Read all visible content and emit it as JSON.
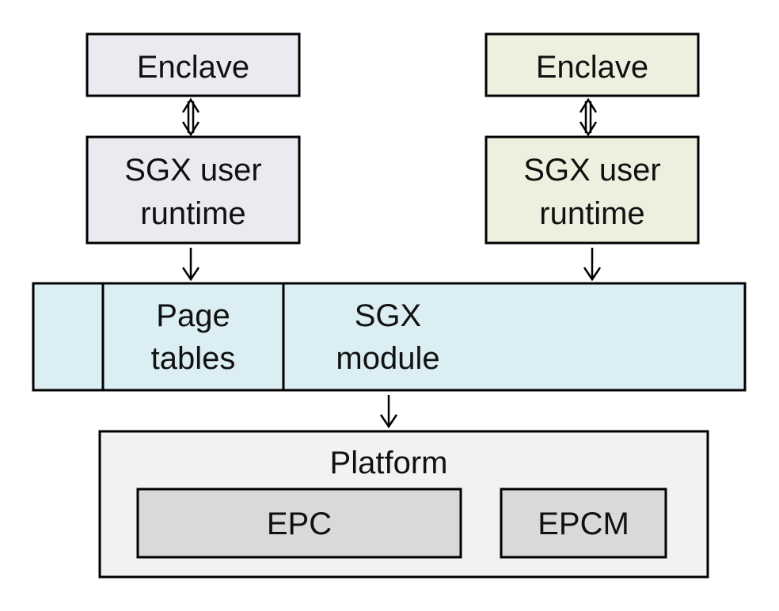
{
  "enclave_left": {
    "label": "Enclave",
    "fill": "#ece9f1"
  },
  "enclave_right": {
    "label": "Enclave",
    "fill": "#ebf1de"
  },
  "runtime_left": {
    "line1": "SGX user",
    "line2": "runtime",
    "fill": "#ece9f1"
  },
  "runtime_right": {
    "line1": "SGX user",
    "line2": "runtime",
    "fill": "#ebf1de"
  },
  "sgx_module": {
    "line1": "SGX",
    "line2": "module",
    "fill": "#daeef3",
    "page_tables": {
      "line1": "Page",
      "line2": "tables"
    }
  },
  "platform": {
    "label": "Platform",
    "fill": "#f2f2f2",
    "epc": {
      "label": "EPC",
      "fill": "#d9d9d9"
    },
    "epcm": {
      "label": "EPCM",
      "fill": "#d9d9d9"
    }
  },
  "colors": {
    "stroke": "#000000",
    "text": "#111111"
  }
}
